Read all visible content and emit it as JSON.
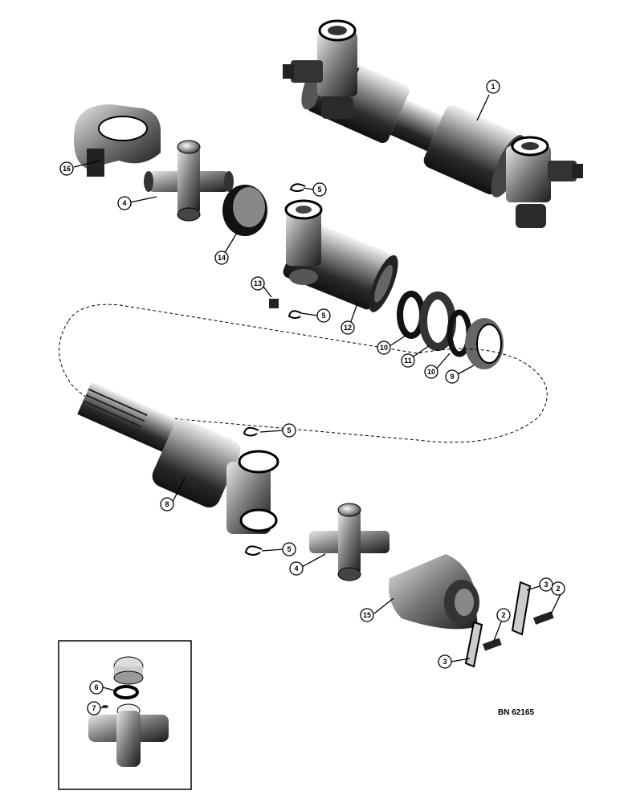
{
  "drawing": {
    "reference_number": "BN 62165",
    "callouts": [
      "1",
      "2",
      "2",
      "3",
      "3",
      "4",
      "4",
      "5",
      "5",
      "5",
      "5",
      "6",
      "7",
      "8",
      "9",
      "10",
      "10",
      "11",
      "12",
      "13",
      "14",
      "15",
      "16"
    ]
  }
}
